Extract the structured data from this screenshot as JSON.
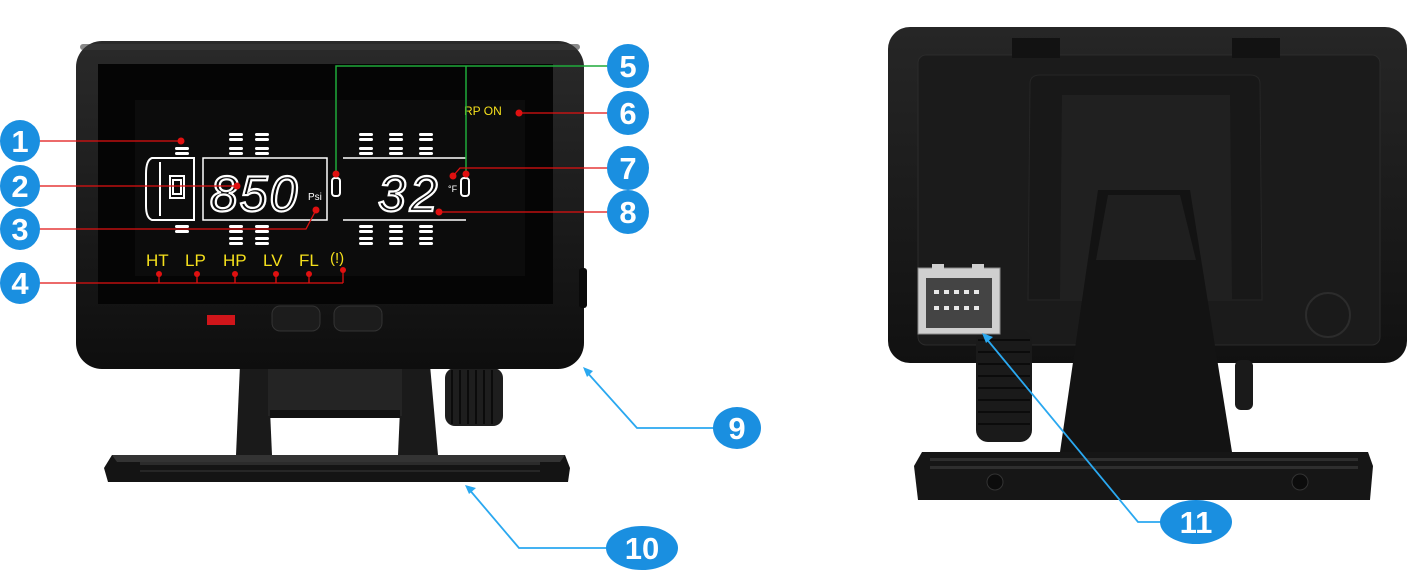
{
  "front_display": {
    "pressure_value": "850",
    "pressure_unit": "Psi",
    "temperature_value": "32",
    "temperature_unit": "°F",
    "rp_indicator": "RP ON",
    "warning_indicators": [
      "HT",
      "LP",
      "HP",
      "LV",
      "FL"
    ],
    "tpms_warning_symbol": "(!)"
  },
  "callouts": [
    "1",
    "2",
    "3",
    "4",
    "5",
    "6",
    "7",
    "8",
    "9",
    "10",
    "11"
  ],
  "colors": {
    "callout_blue": "#1a8fe0",
    "leader_line_blue": "#2aa8f0",
    "lcd_yellow": "#f5e01c",
    "lcd_white": "#ffffff",
    "marker_red": "#e01010",
    "guide_green": "#1faa3a",
    "device_body": "#1b1b1b"
  }
}
